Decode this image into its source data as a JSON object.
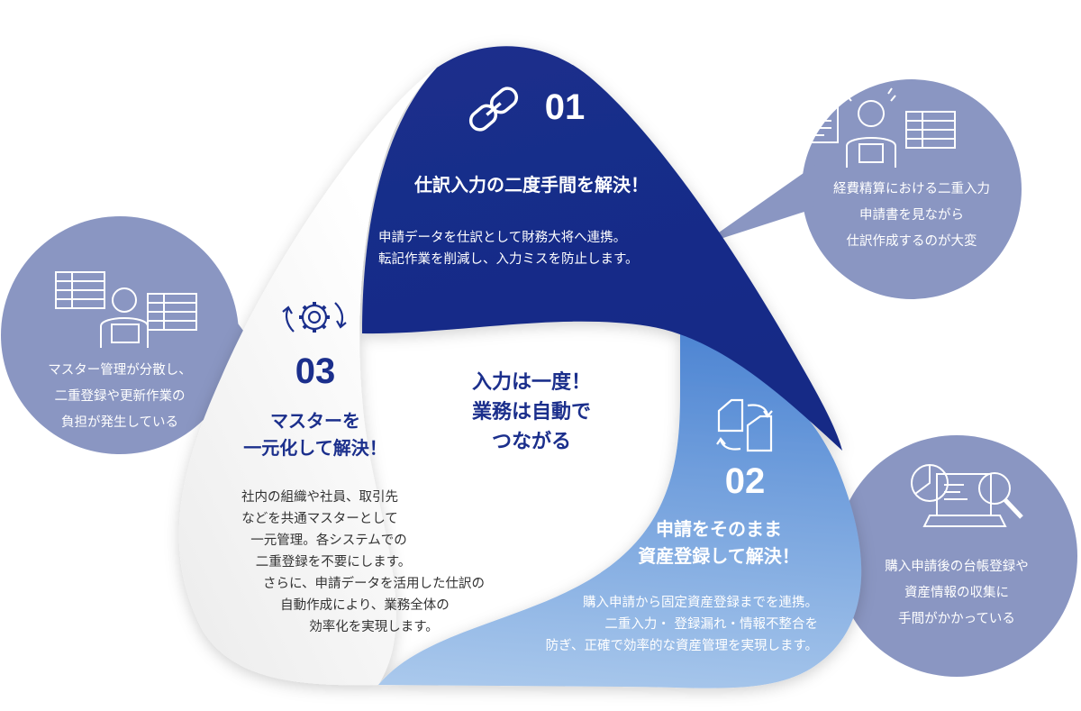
{
  "center": {
    "line1": "入力は一度！",
    "line2": "業務は自動で",
    "line3": "つながる"
  },
  "segments": [
    {
      "number": "01",
      "icon": "chain-link-icon",
      "heading": [
        "仕訳入力の二度手間を解決！"
      ],
      "body": [
        "申請データを仕訳として財務大将へ連携。",
        "転記作業を削減し、入力ミスを防止します。"
      ]
    },
    {
      "number": "02",
      "icon": "document-sync-icon",
      "heading": [
        "申請をそのまま",
        "資産登録して解決！"
      ],
      "body": [
        "購入申請から固定資産登録までを連携。",
        "二重入力・ 登録漏れ・情報不整合を",
        "防ぎ、正確で効率的な資産管理を実現します。"
      ]
    },
    {
      "number": "03",
      "icon": "gear-cycle-icon",
      "heading": [
        "マスターを",
        "一元化して解決！"
      ],
      "body": [
        "社内の組織や社員、取引先",
        "などを共通マスターとして",
        "一元管理。各システムでの",
        "二重登録を不要にします。",
        "さらに、申請データを活用した仕訳の",
        "自動作成により、業務全体の",
        "効率化を実現します。"
      ]
    }
  ],
  "bubbles": [
    {
      "icon": "stressed-worker-icon",
      "lines": [
        "経費精算における二重入力",
        "申請書を見ながら",
        "仕訳作成するのが大変"
      ]
    },
    {
      "icon": "laptop-search-icon",
      "lines": [
        "購入申請後の台帳登録や",
        "資産情報の収集に",
        "手間がかかっている"
      ]
    },
    {
      "icon": "worker-spreadsheets-icon",
      "lines": [
        "マスター管理が分散し、",
        "二重登録や更新作業の",
        "負担が発生している"
      ]
    }
  ],
  "colors": {
    "navy": "#1b2f8c",
    "mid_blue": "#5b8fd6",
    "light_blue": "#a9c8ec",
    "bubble": "#8a96c2",
    "text_dark": "#333333"
  }
}
